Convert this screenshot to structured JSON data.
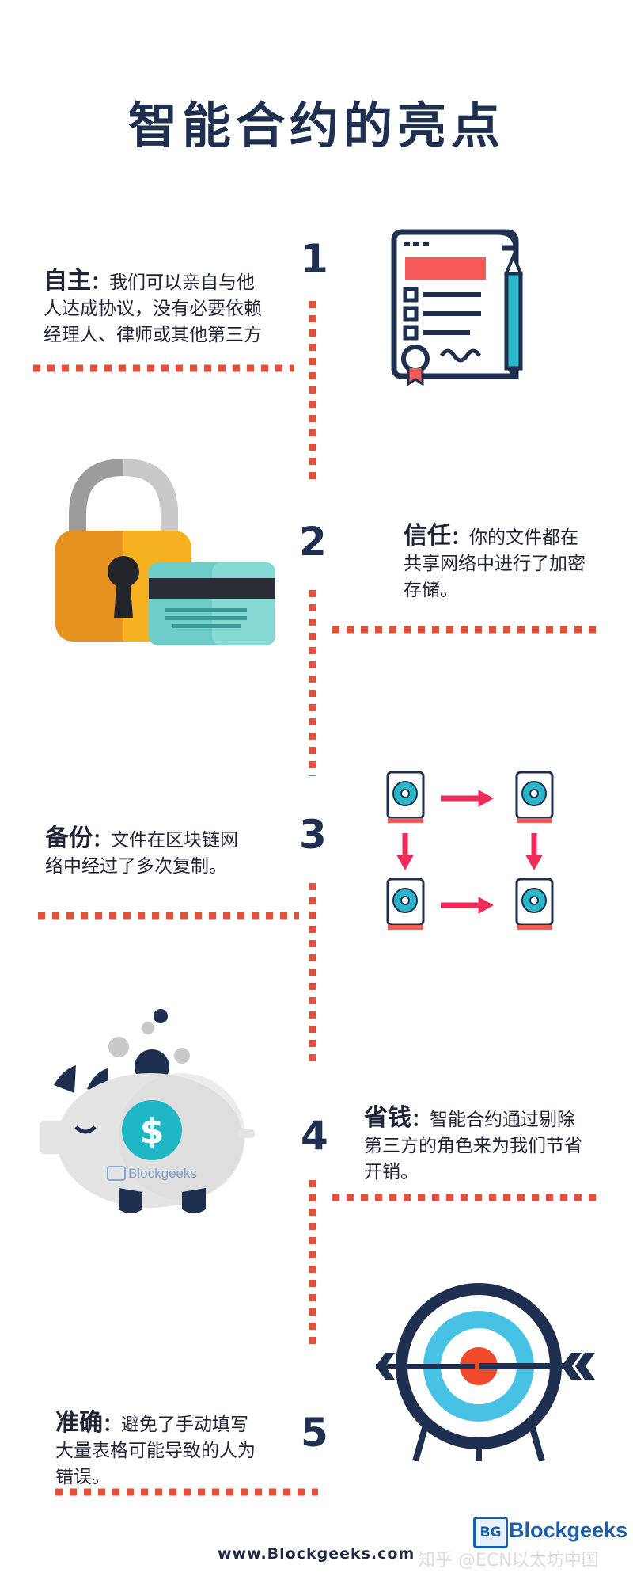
{
  "title": "智能合约的亮点",
  "features": [
    {
      "number": "1",
      "heading": "自主",
      "colon": "：",
      "lines": [
        "我们可以亲自与他",
        "人达成协议，没有必要依赖",
        "经理人、律师或其他第三方"
      ]
    },
    {
      "number": "2",
      "heading": "信任",
      "colon": "：",
      "lines": [
        "你的文件都在",
        "共享网络中进行了加密",
        "存储。"
      ]
    },
    {
      "number": "3",
      "heading": "备份",
      "colon": "：",
      "lines": [
        "文件在区块链网",
        "络中经过了多次复制。"
      ]
    },
    {
      "number": "4",
      "heading": "省钱",
      "colon": "：",
      "lines": [
        "智能合约通过剔除",
        "第三方的角色来为我们节省",
        "开销。"
      ]
    },
    {
      "number": "5",
      "heading": "准确",
      "colon": "：",
      "lines": [
        "避免了手动填写",
        "大量表格可能导致的人为",
        "错误。"
      ]
    }
  ],
  "piggy_logo_text": "Blockgeeks",
  "dollar_symbol": "$",
  "footer": {
    "url": "www.Blockgeeks.com",
    "watermark": "知乎 @ECN以太坊中国",
    "brand": "Blockgeeks",
    "logo_letters": "BG"
  },
  "colors": {
    "navy": "#1f2f4f",
    "dots": "#e0513a",
    "pink": "#ee2b5b",
    "teal": "#2ab6c8",
    "padlock_orange": "#f0a324",
    "card_teal": "#6fcdc8",
    "target_blue": "#47c2e4",
    "target_red": "#f04a2c",
    "piggy_grey": "#dcdcdc"
  }
}
